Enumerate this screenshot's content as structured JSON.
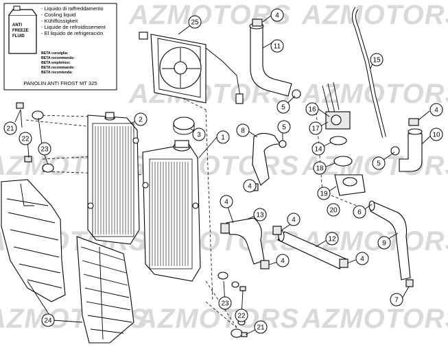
{
  "watermark": "AZMOTORS",
  "info_box": {
    "can_label_lines": [
      "ANTI",
      "FREEZE",
      "FLUID"
    ],
    "coolant_lines": [
      "- Liquido di raffreddamento",
      "- Cooling liquid",
      "- Kühlflüssigkeit",
      "- Liquide de refroidissement",
      "- El liquido de refrigeración"
    ],
    "beta_lines": [
      "BETA consiglia:",
      "BETA recommends:",
      "BETA empfehlen:",
      "BETA recommande:",
      "BETA recomienda:"
    ],
    "product": "PANOLIN ANTI FROST MT 325"
  },
  "callouts": [
    {
      "id": "c1",
      "label": "1"
    },
    {
      "id": "c2",
      "label": "2"
    },
    {
      "id": "c3",
      "label": "3"
    },
    {
      "id": "c4a",
      "label": "4"
    },
    {
      "id": "c4b",
      "label": "4"
    },
    {
      "id": "c4c",
      "label": "4"
    },
    {
      "id": "c4d",
      "label": "4"
    },
    {
      "id": "c4e",
      "label": "4"
    },
    {
      "id": "c4f",
      "label": "4"
    },
    {
      "id": "c4g",
      "label": "4"
    },
    {
      "id": "c5a",
      "label": "5"
    },
    {
      "id": "c5b",
      "label": "5"
    },
    {
      "id": "c5c",
      "label": "5"
    },
    {
      "id": "c6",
      "label": "6"
    },
    {
      "id": "c7",
      "label": "7"
    },
    {
      "id": "c8",
      "label": "8"
    },
    {
      "id": "c9",
      "label": "9"
    },
    {
      "id": "c10",
      "label": "10"
    },
    {
      "id": "c11",
      "label": "11"
    },
    {
      "id": "c12",
      "label": "12"
    },
    {
      "id": "c13",
      "label": "13"
    },
    {
      "id": "c14",
      "label": "14"
    },
    {
      "id": "c15",
      "label": "15"
    },
    {
      "id": "c16",
      "label": "16"
    },
    {
      "id": "c17",
      "label": "17"
    },
    {
      "id": "c18",
      "label": "18"
    },
    {
      "id": "c19",
      "label": "19"
    },
    {
      "id": "c20",
      "label": "20"
    },
    {
      "id": "c21a",
      "label": "21"
    },
    {
      "id": "c21b",
      "label": "21"
    },
    {
      "id": "c22a",
      "label": "22"
    },
    {
      "id": "c22b",
      "label": "22"
    },
    {
      "id": "c23a",
      "label": "23"
    },
    {
      "id": "c23b",
      "label": "23"
    },
    {
      "id": "c24",
      "label": "24"
    },
    {
      "id": "c25",
      "label": "25"
    }
  ]
}
